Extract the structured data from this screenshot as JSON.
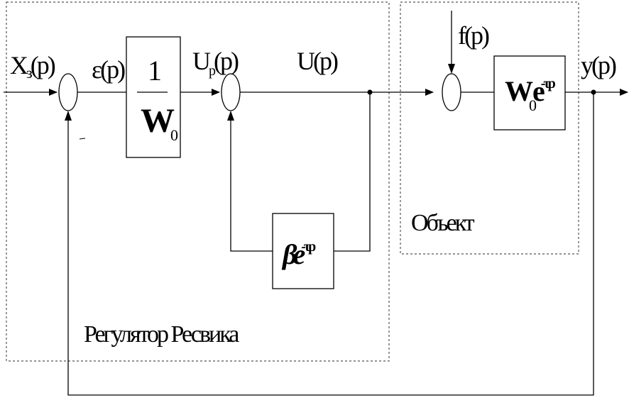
{
  "signals": {
    "input": "X",
    "input_sub": "з",
    "input_arg": "(p)",
    "error": "ε(p)",
    "control_u": "U",
    "control_u_sub": "р",
    "control_u_arg": "(p)",
    "control_u2": "U(p)",
    "disturbance": "f(p)",
    "output": "y(p)"
  },
  "blocks": {
    "inverse_num": "1",
    "inverse_den": "W",
    "inverse_den_sub": "0",
    "delay_feedback_main": "βe",
    "delay_feedback_exp": "-τp",
    "object_main": "W",
    "object_sub": "0",
    "object_e": "e",
    "object_exp": "-τp"
  },
  "regions": {
    "controller_label": "Регулятор Ресвика",
    "object_label": "Объект"
  },
  "colors": {
    "line": "#000000",
    "dashed_border": "#555555"
  }
}
